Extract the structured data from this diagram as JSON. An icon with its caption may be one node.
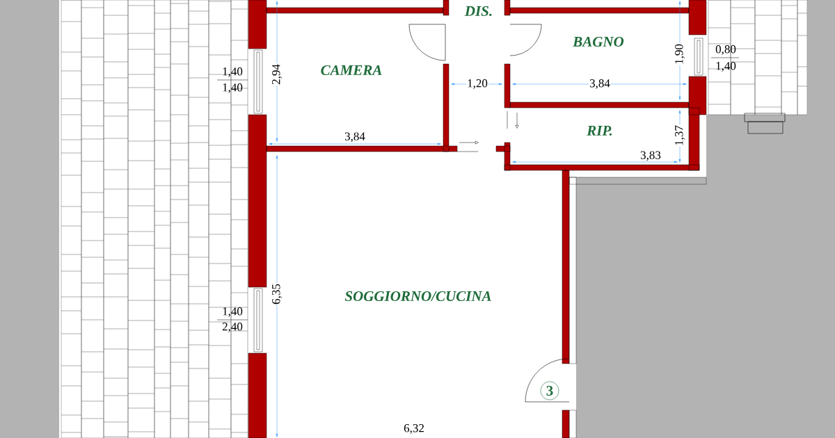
{
  "diagram": {
    "nodes": [
      {
        "text": [
          "3"
        ]
      }
    ],
    "edges": [],
    "labels": [
      "DIS.",
      "BAGNO",
      "1,90",
      "0,80",
      "1,40",
      "CAMERA",
      "1,40",
      "1,40",
      "2,94",
      "1,20",
      "3,84",
      "RIP.",
      "3,84",
      "1,37",
      "3,83",
      "SOGGIORNO/CUCINA",
      "6,35",
      "1,40",
      "2,40",
      "6,32"
    ]
  }
}
